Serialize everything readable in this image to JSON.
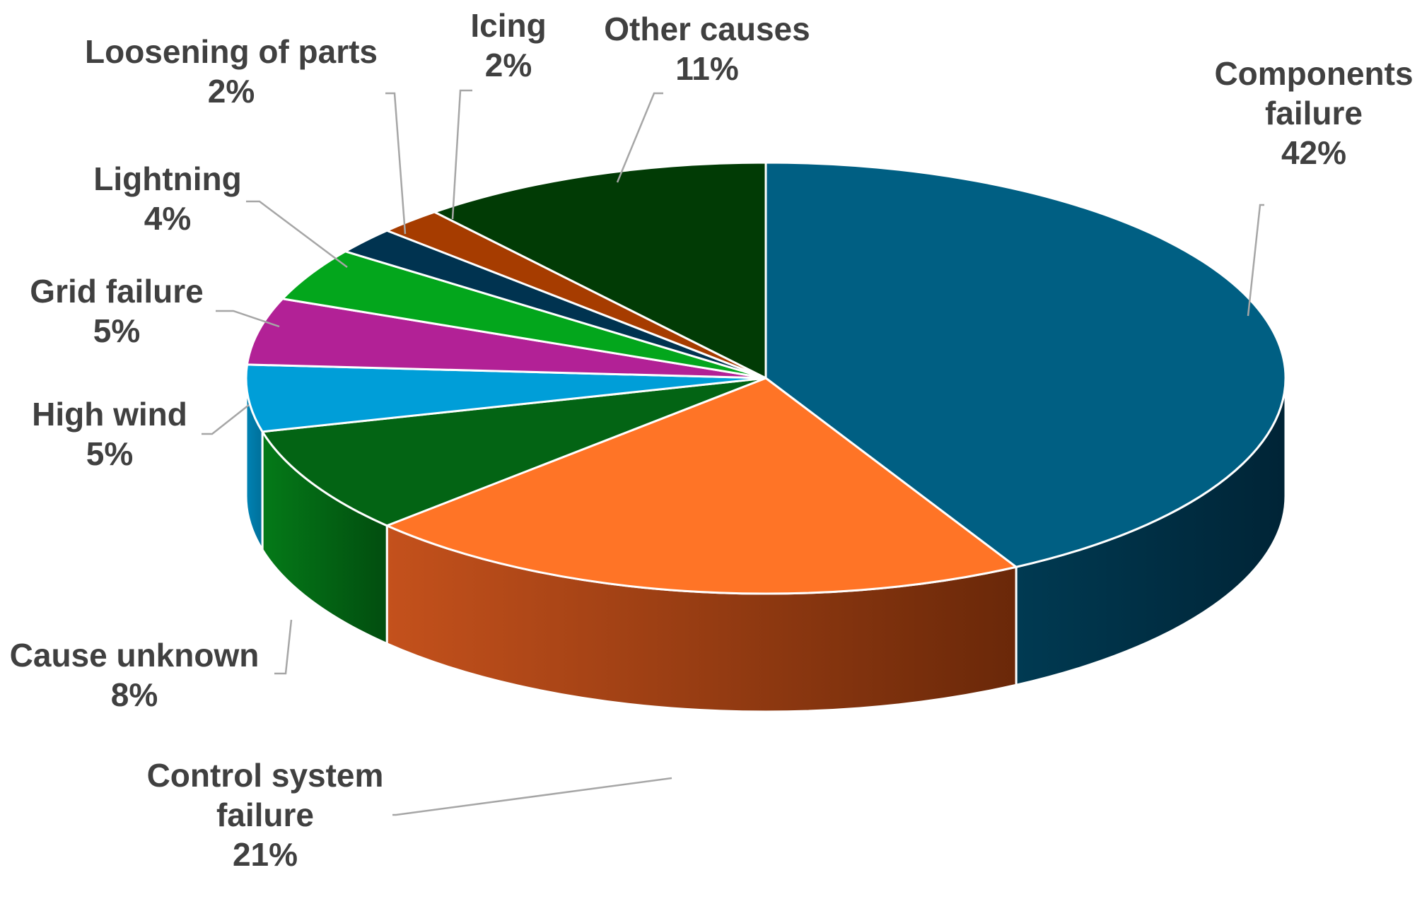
{
  "chart_data": {
    "type": "pie",
    "style": "3d",
    "title": "",
    "unit": "%",
    "slices": [
      {
        "label": "Components failure",
        "label_lines": [
          "Components",
          "failure"
        ],
        "value": 42,
        "value_text": "42%",
        "color": "#005f83",
        "side_color": "#002436",
        "side_color_light": "#003a52"
      },
      {
        "label": "Control system failure",
        "label_lines": [
          "Control system",
          "failure"
        ],
        "value": 21,
        "value_text": "21%",
        "color": "#ff7426",
        "side_color": "#6a2809",
        "side_color_light": "#c4511c"
      },
      {
        "label": "Cause unknown",
        "label_lines": [
          "Cause unknown"
        ],
        "value": 8,
        "value_text": "8%",
        "color": "#036414",
        "side_color": "#024d0f",
        "side_color_light": "#047a18"
      },
      {
        "label": "High wind",
        "label_lines": [
          "High wind"
        ],
        "value": 5,
        "value_text": "5%",
        "color": "#009ed8",
        "side_color": "#006f99",
        "side_color_light": "#0083b4"
      },
      {
        "label": "Grid failure",
        "label_lines": [
          "Grid failure"
        ],
        "value": 5,
        "value_text": "5%",
        "color": "#b22196",
        "side_color": "#7c1769",
        "side_color_light": "#921b7b"
      },
      {
        "label": "Lightning",
        "label_lines": [
          "Lightning"
        ],
        "value": 4,
        "value_text": "4%",
        "color": "#03a61c",
        "side_color": "#027814",
        "side_color_light": "#038a17"
      },
      {
        "label": "Loosening of parts",
        "label_lines": [
          "Loosening of parts"
        ],
        "value": 2,
        "value_text": "2%",
        "color": "#003350",
        "side_color": "#00223a",
        "side_color_light": "#002a45"
      },
      {
        "label": "Icing",
        "label_lines": [
          "Icing"
        ],
        "value": 2,
        "value_text": "2%",
        "color": "#a63c00",
        "side_color": "#6b2700",
        "side_color_light": "#833000"
      },
      {
        "label": "Other causes",
        "label_lines": [
          "Other causes"
        ],
        "value": 11,
        "value_text": "11%",
        "color": "#013b05",
        "side_color": "#012803",
        "side_color_light": "#013104"
      }
    ],
    "start_angle_deg": 0,
    "direction": "clockwise",
    "legend": "none",
    "data_labels": "outside-with-leader-lines"
  }
}
